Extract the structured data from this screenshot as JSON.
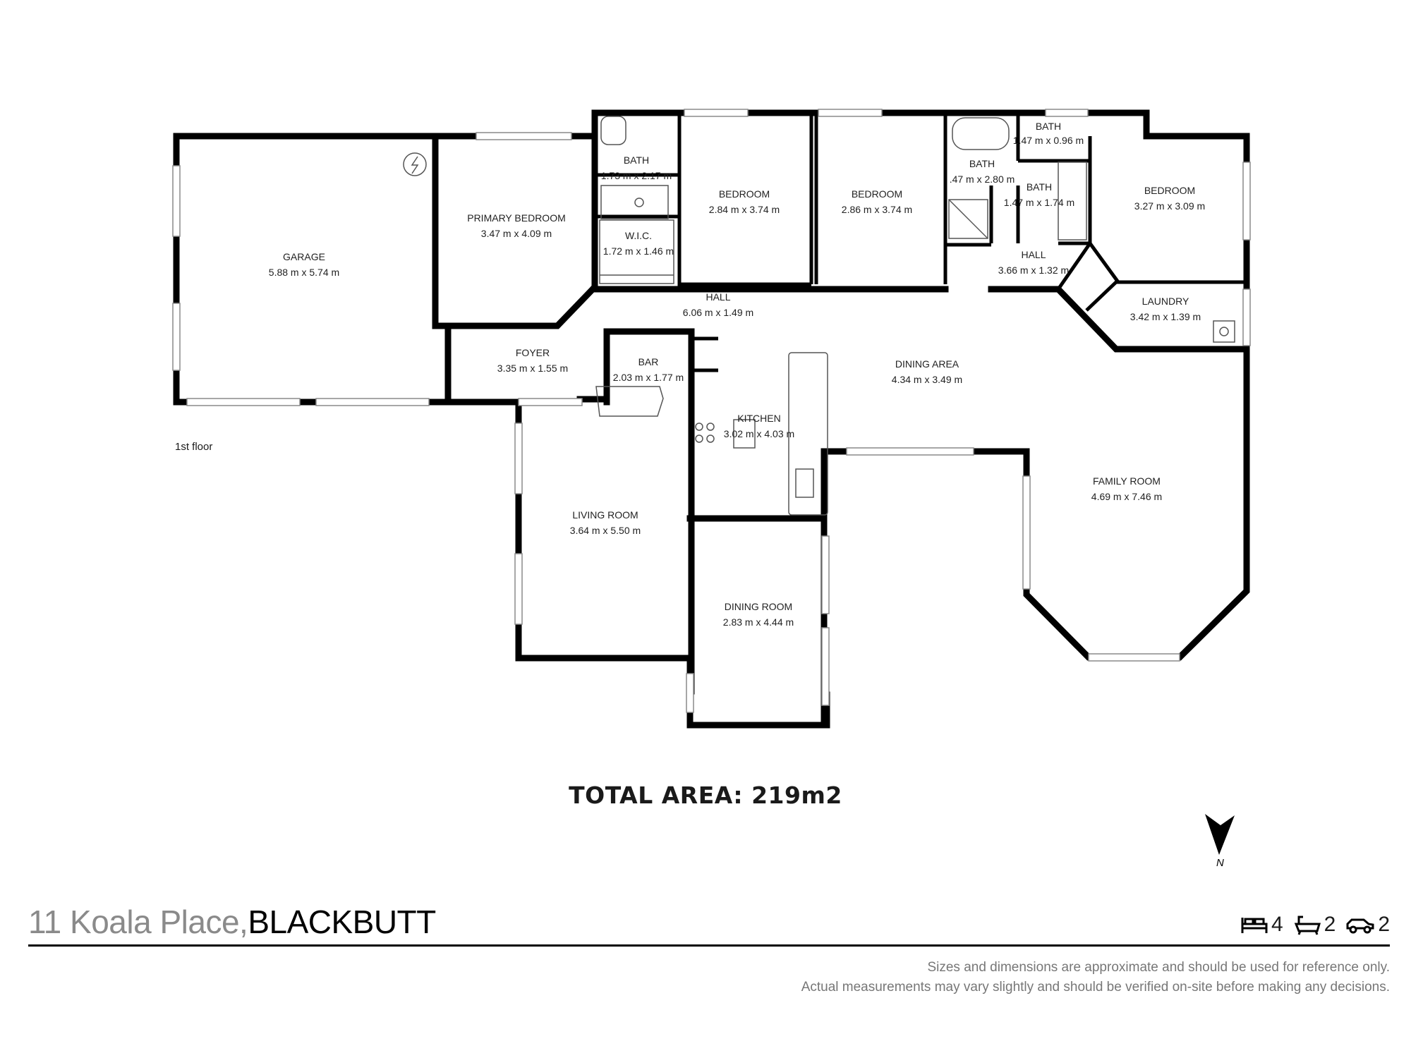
{
  "floor_label": "1st floor",
  "total_area": "TOTAL AREA: 219m2",
  "compass_label": "N",
  "address": {
    "street": "11 Koala Place,",
    "suburb": "BLACKBUTT"
  },
  "specs": {
    "bedrooms": "4",
    "bathrooms": "2",
    "car_spaces": "2"
  },
  "disclaimer": {
    "line1": "Sizes and dimensions are approximate and should be used for reference only.",
    "line2": "Actual measurements may vary slightly and should be verified on-site before making any decisions."
  },
  "rooms": {
    "garage": {
      "name": "GARAGE",
      "dims": "5.88 m x 5.74 m"
    },
    "primary_bedroom": {
      "name": "PRIMARY BEDROOM",
      "dims": "3.47 m x 4.09 m"
    },
    "ensuite": {
      "name": "BATH",
      "dims": "1.73 m x 2.17 m"
    },
    "wic": {
      "name": "W.I.C.",
      "dims": "1.72 m x 1.46 m"
    },
    "bedroom2": {
      "name": "BEDROOM",
      "dims": "2.84 m x 3.74 m"
    },
    "bedroom3": {
      "name": "BEDROOM",
      "dims": "2.86 m x 3.74 m"
    },
    "bath_main": {
      "name": "BATH",
      "dims": ".47 m x 2.80 m"
    },
    "bath_top": {
      "name": "BATH",
      "dims": "1.47 m x 0.96 m"
    },
    "bath_side": {
      "name": "BATH",
      "dims": "1.47 m x 1.74 m"
    },
    "bedroom4": {
      "name": "BEDROOM",
      "dims": "3.27 m x 3.09 m"
    },
    "hall_main": {
      "name": "HALL",
      "dims": "6.06 m x 1.49 m"
    },
    "hall_side": {
      "name": "HALL",
      "dims": "3.66 m x 1.32 m"
    },
    "laundry": {
      "name": "LAUNDRY",
      "dims": "3.42 m x 1.39 m"
    },
    "foyer": {
      "name": "FOYER",
      "dims": "3.35 m x 1.55 m"
    },
    "bar": {
      "name": "BAR",
      "dims": "2.03 m x 1.77 m"
    },
    "dining_area": {
      "name": "DINING AREA",
      "dims": "4.34 m x 3.49 m"
    },
    "kitchen": {
      "name": "KITCHEN",
      "dims": "3.02 m x 4.03 m"
    },
    "family_room": {
      "name": "FAMILY ROOM",
      "dims": "4.69 m x 7.46 m"
    },
    "living_room": {
      "name": "LIVING ROOM",
      "dims": "3.64 m x 5.50 m"
    },
    "dining_room": {
      "name": "DINING ROOM",
      "dims": "2.83 m x 4.44 m"
    }
  },
  "icons": [
    "bed-icon",
    "bath-icon",
    "car-icon",
    "north-arrow-icon",
    "electrical-meter-icon"
  ]
}
